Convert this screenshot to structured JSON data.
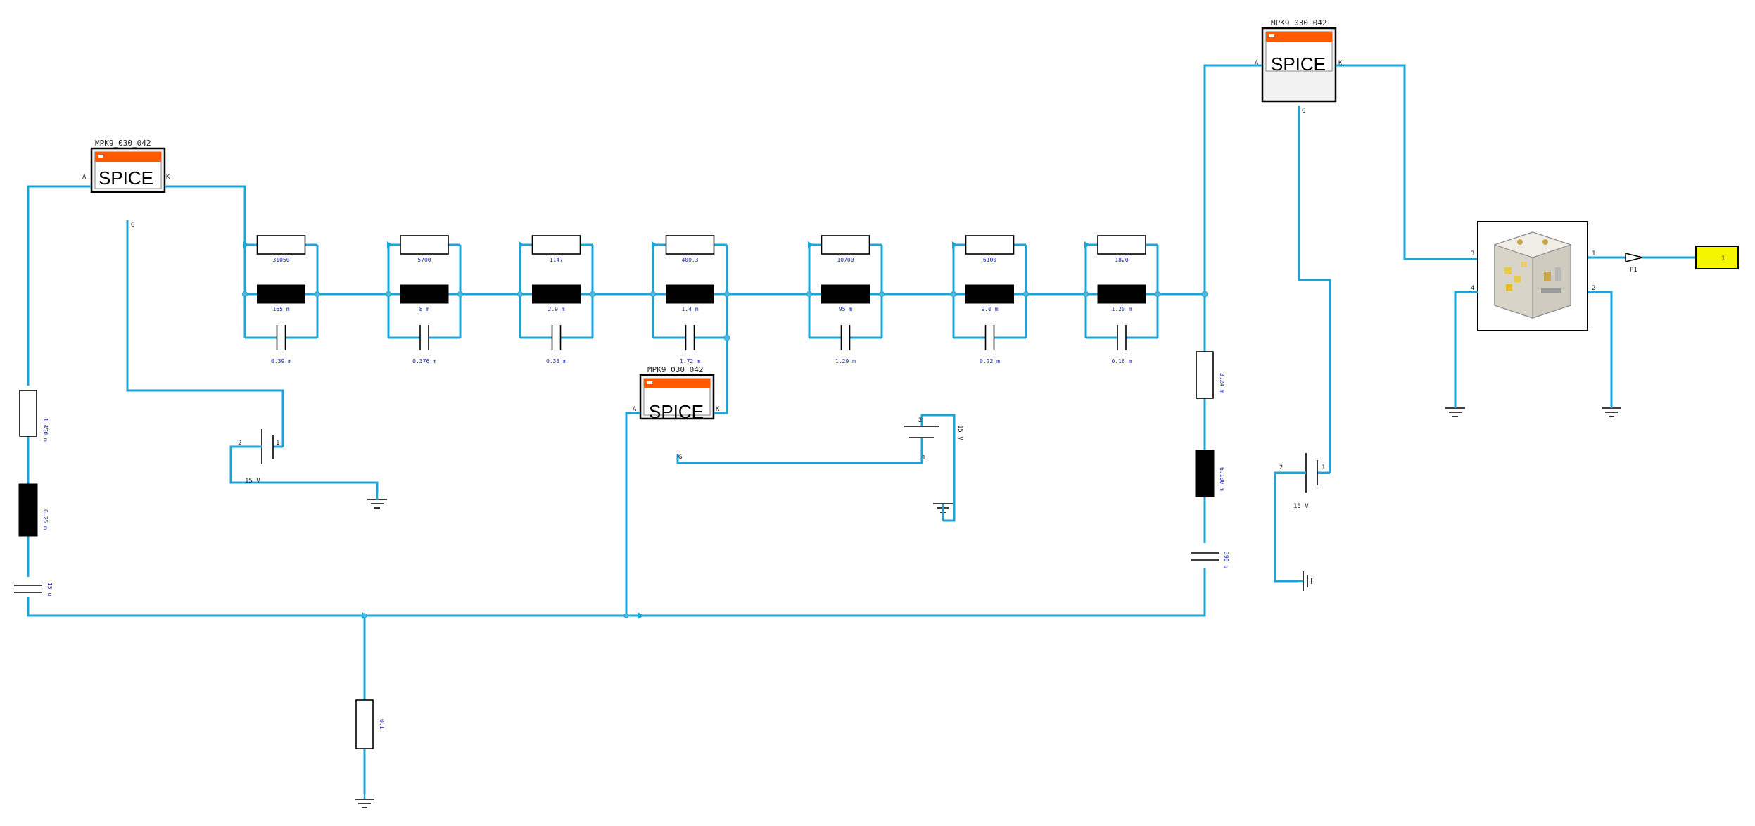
{
  "spice_blocks": [
    {
      "id": "s1",
      "model": "MPK9_030_042",
      "text": "SPICE",
      "pin_a": "A",
      "pin_k": "K",
      "pin_g": "G"
    },
    {
      "id": "s2",
      "model": "MPK9_030_042",
      "text": "SPICE",
      "pin_a": "A",
      "pin_k": "K",
      "pin_g": "G"
    },
    {
      "id": "s3",
      "model": "MPK9_030_042",
      "text": "SPICE",
      "pin_a": "A",
      "pin_k": "K",
      "pin_g": "G"
    }
  ],
  "ladder": [
    {
      "r": "31050",
      "l": "165 m",
      "c": "0.39 m"
    },
    {
      "r": "5700",
      "l": "8 m",
      "c": "0.376 m"
    },
    {
      "r": "1147",
      "l": "2.9 m",
      "c": "0.33 m"
    },
    {
      "r": "400.3",
      "l": "1.4 m",
      "c": "1.72 m"
    },
    {
      "r": "10700",
      "l": "95 m",
      "c": "1.29 m"
    },
    {
      "r": "6100",
      "l": "9.0 m",
      "c": "0.22 m"
    },
    {
      "r": "1820",
      "l": "1.20 m",
      "c": "0.16 m"
    }
  ],
  "left_branch": {
    "r": "1.450 m",
    "l": "6.25 m",
    "c": "15 u"
  },
  "right_branch": {
    "r": "3.24 m",
    "l": "6.100 m",
    "c": "390 u"
  },
  "bottom_resistor": "0.1",
  "sources": [
    {
      "id": "v1",
      "value": "15 V",
      "pin1": "1",
      "pin2": "2"
    },
    {
      "id": "v2",
      "value": "15 V",
      "pin1": "1",
      "pin2": "2"
    },
    {
      "id": "v3",
      "value": "15 V",
      "pin1": "1",
      "pin2": "2"
    }
  ],
  "module": {
    "pin1": "1",
    "pin2": "2",
    "pin3": "3",
    "pin4": "4"
  },
  "probe": {
    "label": "P1"
  },
  "output": {
    "value": "1",
    "fill": "#f5f500"
  },
  "colors": {
    "wire": "#1aa6d9",
    "spice_band": "#ff5a00",
    "label": "#1a2ba8"
  }
}
